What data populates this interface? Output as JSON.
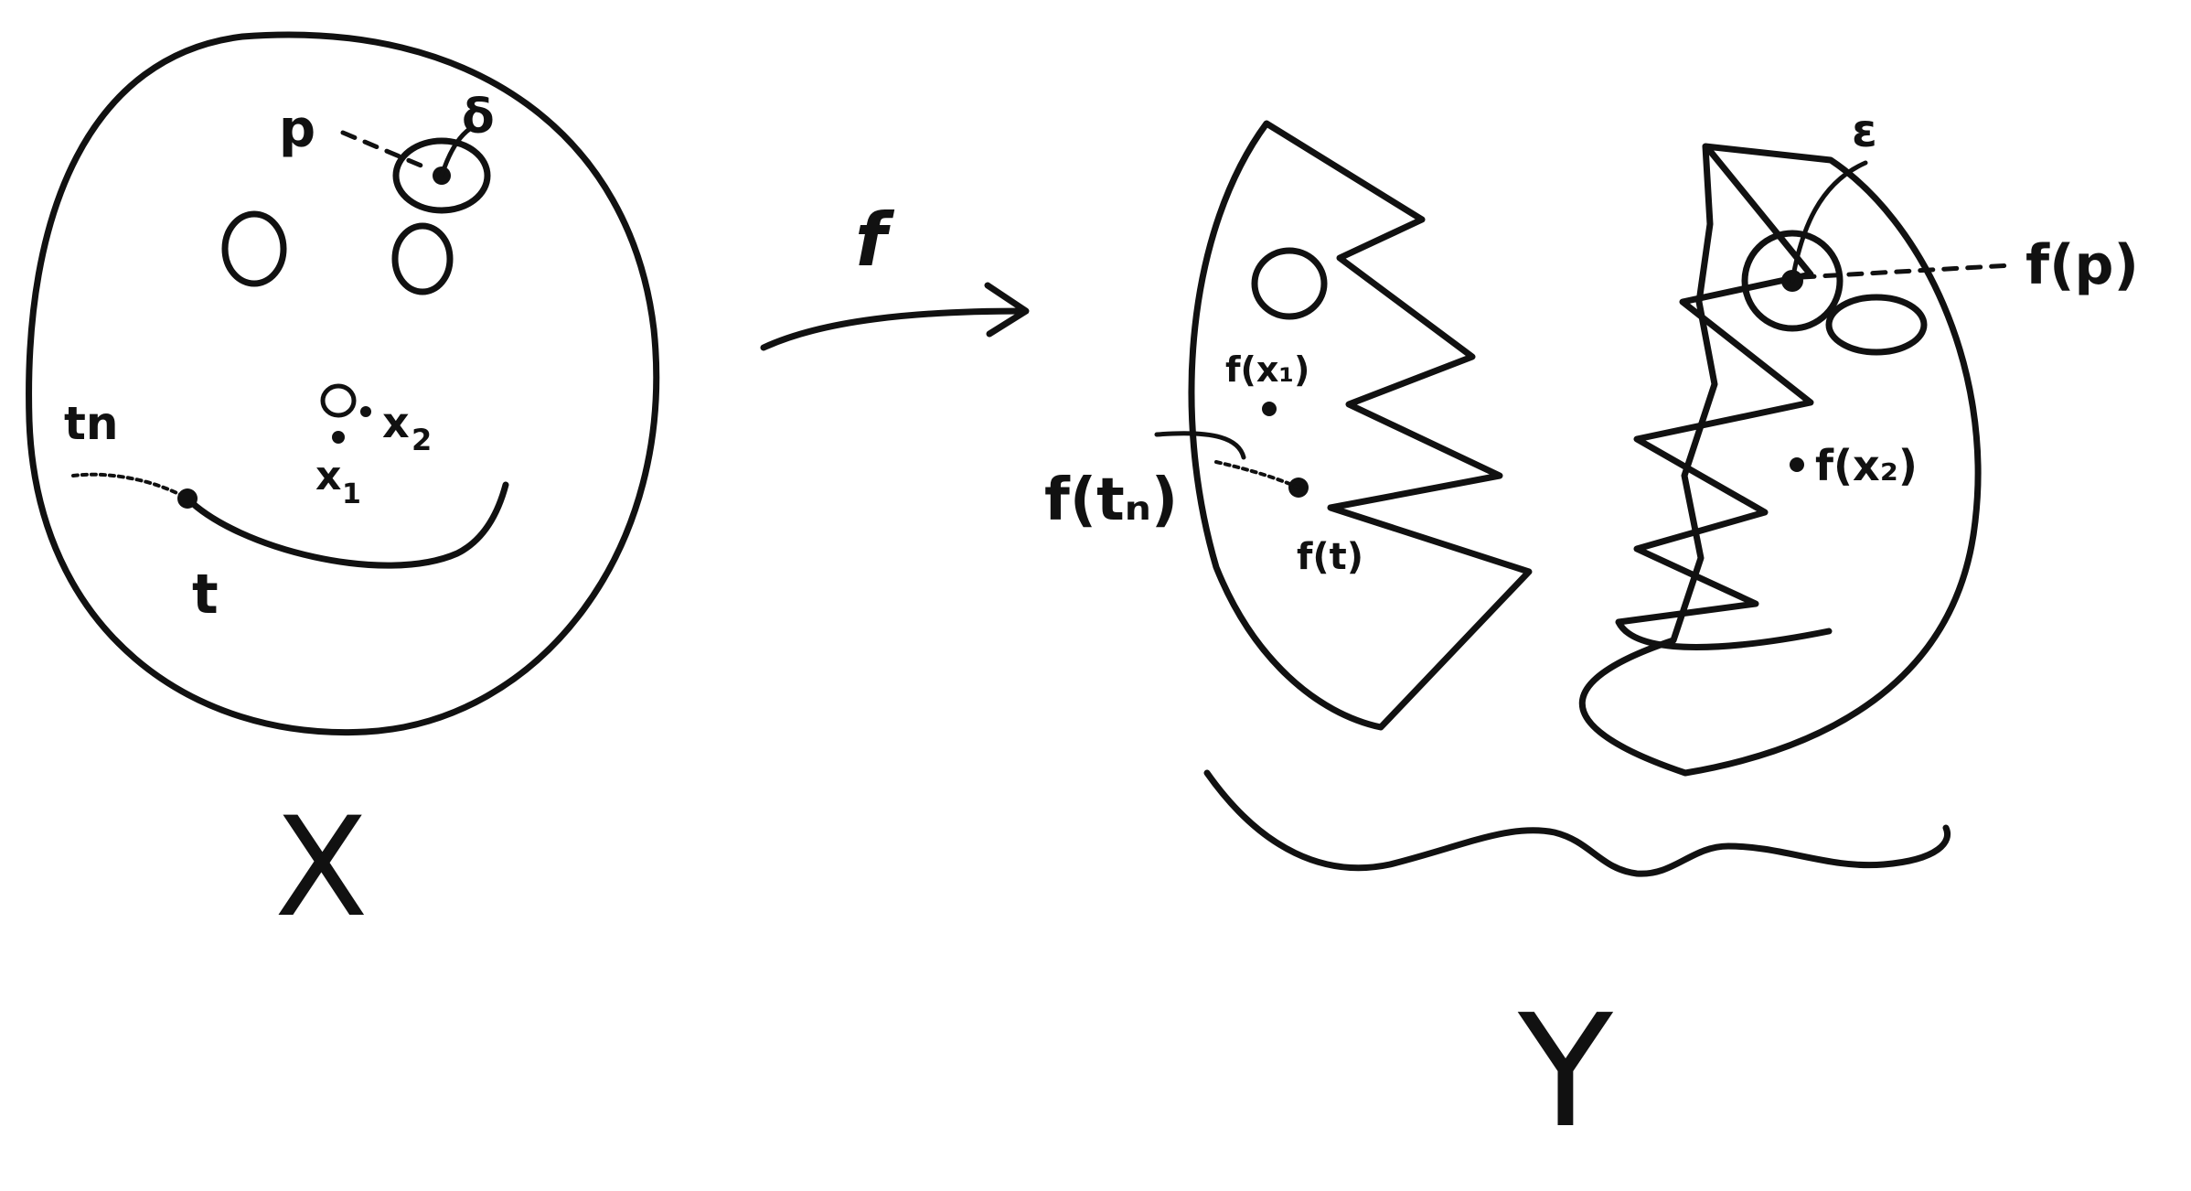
{
  "labels": {
    "p": "p",
    "delta": "δ",
    "tn": "tn",
    "x1": "x",
    "x1_sub": "1",
    "x2": "x",
    "x2_sub": "2",
    "t": "t",
    "X": "X",
    "f": "f",
    "epsilon": "ε",
    "f_p": "f(p)",
    "f_x1": "f(x₁)",
    "f_x2": "f(x₂)",
    "f_tn": "f(tₙ)",
    "f_t": "f(t)",
    "Y": "Y"
  }
}
